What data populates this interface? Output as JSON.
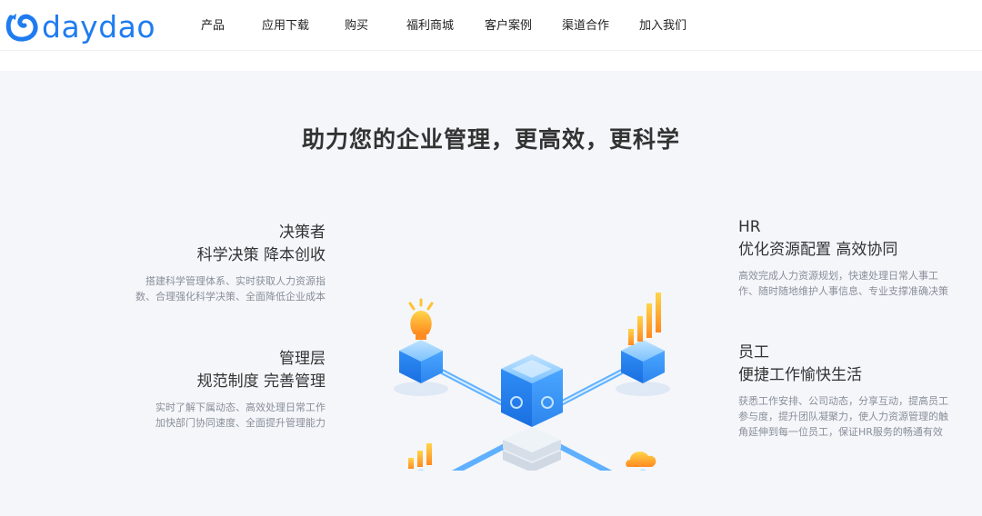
{
  "header": {
    "logo_text": "daydao",
    "nav": [
      "产品",
      "应用下载",
      "购买",
      "福利商城",
      "客户案例",
      "渠道合作",
      "加入我们"
    ]
  },
  "hero": {
    "headline": "助力您的企业管理，更高效，更科学"
  },
  "features": {
    "decision": {
      "role": "决策者",
      "slogan": "科学决策 降本创收",
      "desc_line1": "搭建科学管理体系、实时获取人力资源指",
      "desc_line2": "数、合理强化科学决策、全面降低企业成本"
    },
    "manager": {
      "role": "管理层",
      "slogan": "规范制度 完善管理",
      "desc_line1": "实时了解下属动态、高效处理日常工作",
      "desc_line2": "加快部门协同速度、全面提升管理能力"
    },
    "hr": {
      "role": "HR",
      "slogan": "优化资源配置 高效协同",
      "desc_line1": "高效完成人力资源规划，快速处理日常人事工",
      "desc_line2": "作、随时随地维护人事信息、专业支撑准确决策"
    },
    "staff": {
      "role": "员工",
      "slogan": "便捷工作愉快生活",
      "desc_line1": "获悉工作安排、公司动态，分享互动，提高员工",
      "desc_line2": "参与度，提升团队凝聚力，使人力资源管理的触",
      "desc_line3": "角延伸到每一位员工，保证HR服务的畅通有效"
    }
  },
  "colors": {
    "brand": "#1f7cf0",
    "background": "#f4f6fa",
    "text_dark": "#333333",
    "text_muted": "#8a8f99"
  }
}
